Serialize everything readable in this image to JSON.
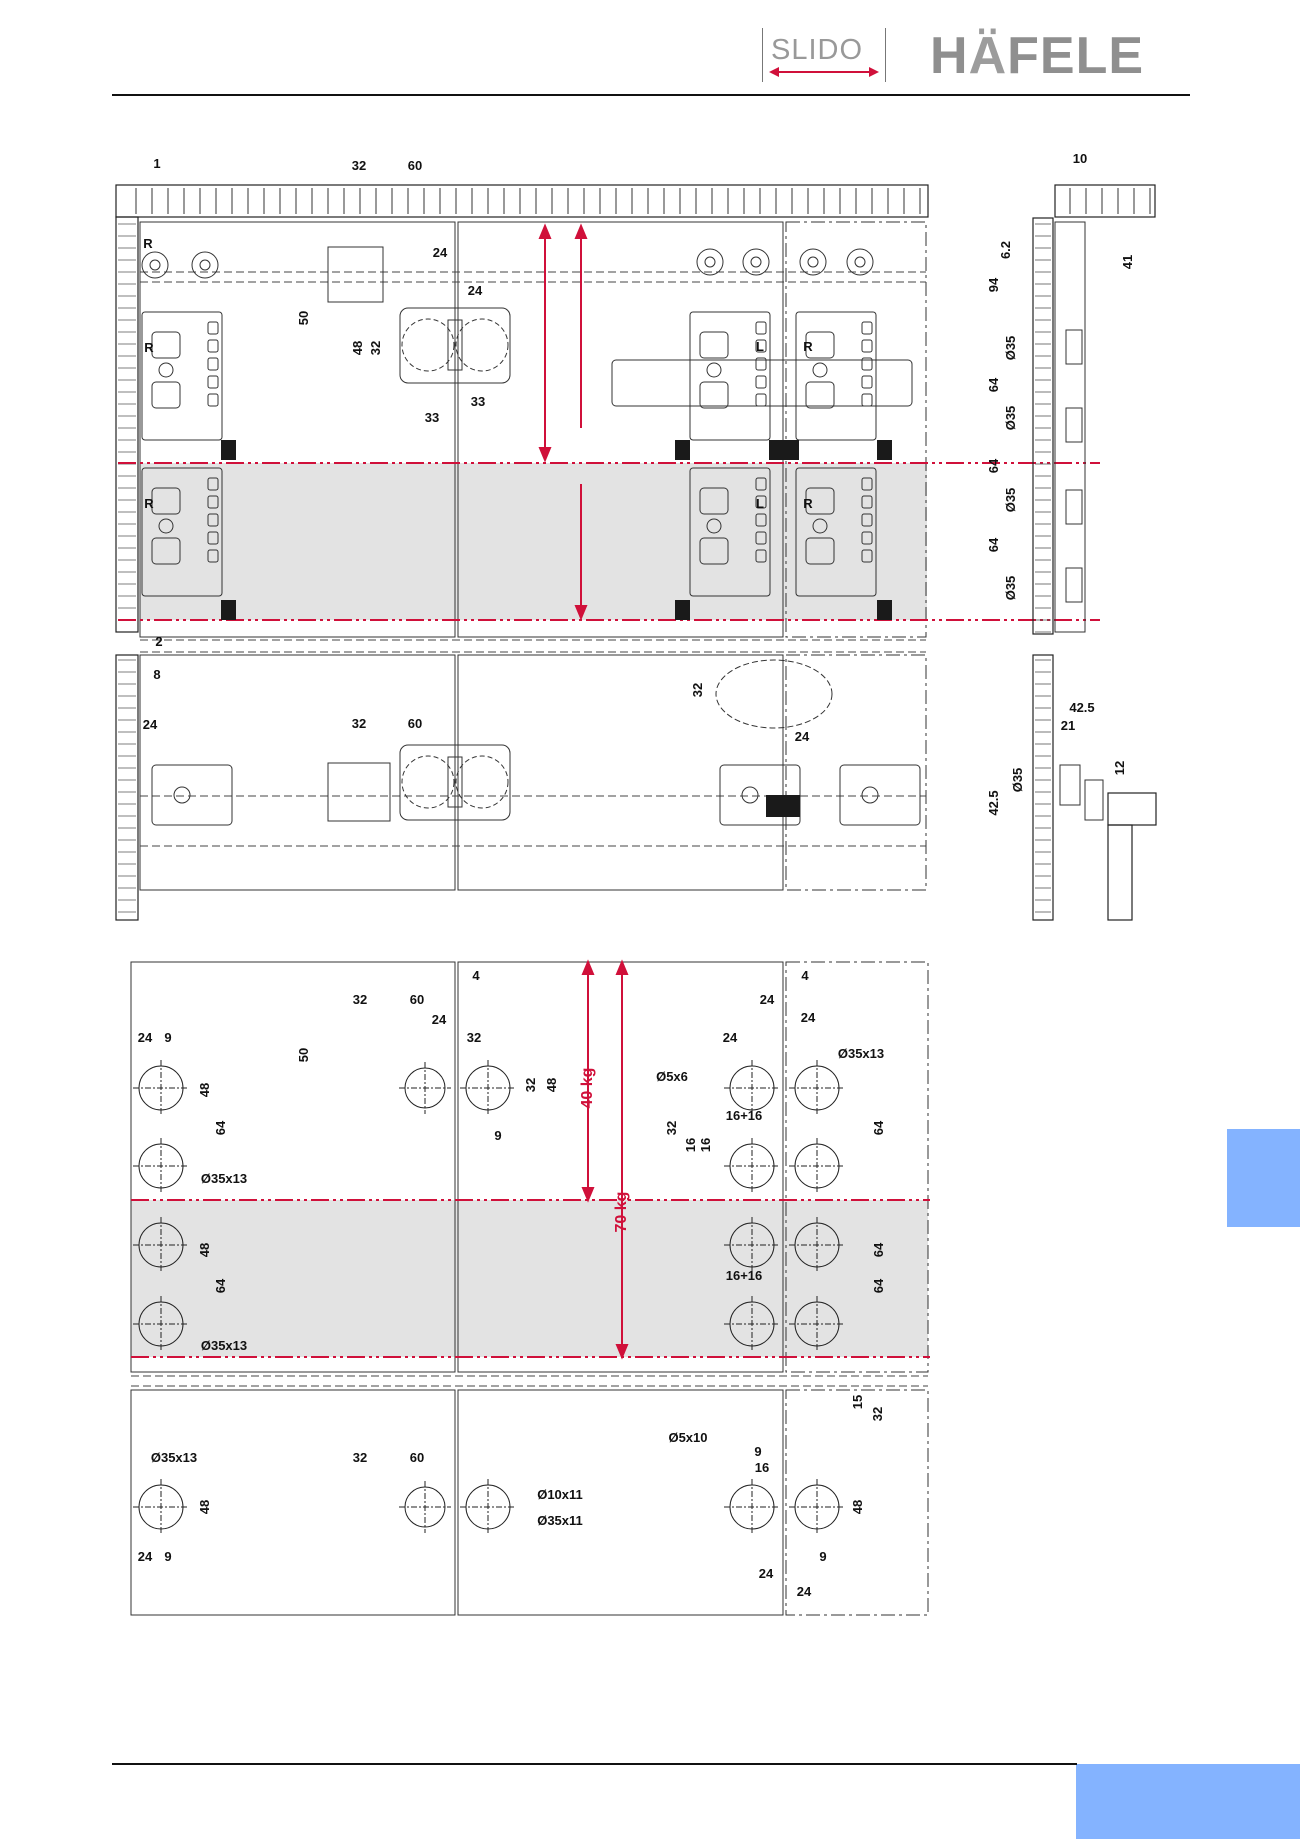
{
  "header": {
    "sub_brand": "SLIDO",
    "brand_prefix": "H",
    "brand_a": "Ä",
    "brand_suffix": "FELE"
  },
  "colors": {
    "accent_red": "#d0103a",
    "tab_blue": "#84b3ff",
    "brand_grey": "#8f8f8f",
    "zone_grey": "#e3e3e3"
  },
  "upper_drawing": {
    "dims": [
      "1",
      "32",
      "60",
      "24",
      "24",
      "50",
      "48",
      "32",
      "33",
      "33",
      "2",
      "8",
      "24",
      "32",
      "60",
      "32",
      "24"
    ],
    "side_labels_top": [
      "R",
      "R",
      "L",
      "R",
      "R",
      "L",
      "R"
    ],
    "side_view_dims": [
      "10",
      "6.2",
      "41",
      "94",
      "Ø35",
      "64",
      "Ø35",
      "64",
      "Ø35",
      "64",
      "Ø35",
      "42.5",
      "21",
      "Ø35",
      "12",
      "42.5"
    ]
  },
  "lower_drawing": {
    "dims_top": [
      "4",
      "4",
      "32",
      "60",
      "24",
      "24",
      "24",
      "24",
      "32",
      "24",
      "9",
      "50",
      "48",
      "32",
      "48",
      "9"
    ],
    "holes": [
      "Ø35x13",
      "Ø35x13",
      "Ø35x13",
      "Ø5x6",
      "Ø35x13",
      "Ø5x10",
      "Ø10x11",
      "Ø35x11"
    ],
    "dims_mid": [
      "64",
      "48",
      "64",
      "32",
      "16",
      "16",
      "16+16",
      "16+16",
      "64",
      "64",
      "64"
    ],
    "dims_bottom": [
      "32",
      "60",
      "48",
      "24",
      "9",
      "15",
      "32",
      "9",
      "16",
      "48",
      "9",
      "24",
      "24"
    ],
    "loads": [
      "40 kg",
      "70 kg"
    ]
  }
}
